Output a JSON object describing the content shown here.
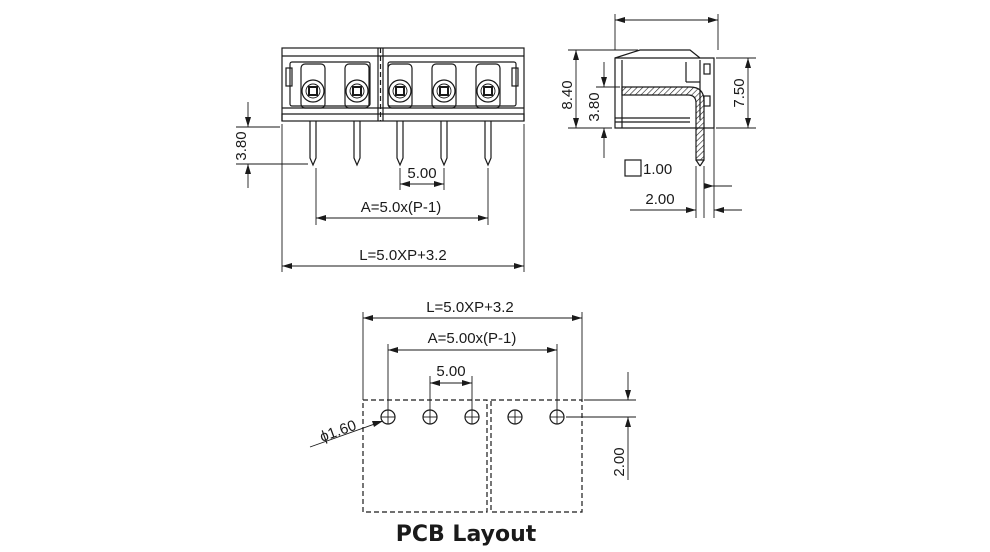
{
  "front_view": {
    "dim_height": "3.80",
    "dim_pitch": "5.00",
    "dim_a": "A=5.0x(P-1)",
    "dim_l": "L=5.0XP+3.2"
  },
  "side_view": {
    "dim_total_height": "8.40",
    "dim_pin_height": "3.80",
    "dim_body_height": "7.50",
    "dim_pin_size": "1.00",
    "dim_pin_offset": "2.00"
  },
  "pcb_layout": {
    "dim_l": "L=5.0XP+3.2",
    "dim_a": "A=5.00x(P-1)",
    "dim_pitch": "5.00",
    "dim_hole_dia": "ϕ1.60",
    "dim_row_offset": "2.00",
    "title": "PCB Layout"
  }
}
